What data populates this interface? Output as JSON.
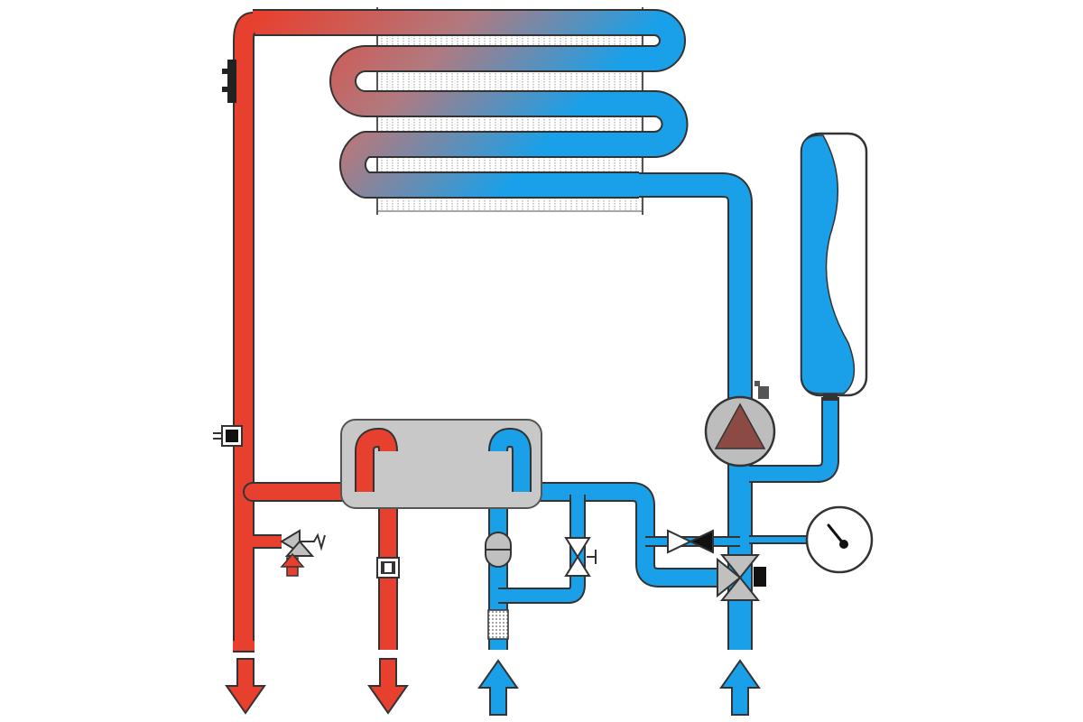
{
  "diagram": {
    "kind": "boiler heating circuit schematic",
    "colors": {
      "hot": "#e8402f",
      "cold": "#1aa0e8",
      "outline": "#333333",
      "exchanger_body": "#c8c8c8",
      "tank_fill": "#1aa0e8",
      "pump_body": "#bdbdbd",
      "pump_triangle": "#8b4a44",
      "valve_body": "#c0c0c0"
    },
    "components": [
      {
        "id": "primary-heat-exchanger",
        "icon": "finned-coil-icon"
      },
      {
        "id": "secondary-heat-exchanger",
        "icon": "plate-exchanger-icon"
      },
      {
        "id": "expansion-tank",
        "icon": "expansion-vessel-icon"
      },
      {
        "id": "circulation-pump",
        "icon": "pump-icon"
      },
      {
        "id": "pressure-gauge",
        "icon": "gauge-icon"
      },
      {
        "id": "safety-valve",
        "icon": "relief-valve-icon"
      },
      {
        "id": "three-way-valve",
        "icon": "three-way-valve-icon"
      },
      {
        "id": "check-valve",
        "icon": "check-valve-icon"
      },
      {
        "id": "bypass-valve",
        "icon": "gate-valve-icon"
      },
      {
        "id": "flow-sensor",
        "icon": "flow-sensor-icon"
      },
      {
        "id": "water-filter",
        "icon": "filter-icon"
      },
      {
        "id": "temperature-sensor",
        "icon": "sensor-icon"
      }
    ],
    "flow_arrows": [
      {
        "id": "heating-supply-out",
        "direction": "down",
        "color": "hot"
      },
      {
        "id": "hot-water-out",
        "direction": "down",
        "color": "hot"
      },
      {
        "id": "cold-water-in",
        "direction": "up",
        "color": "cold"
      },
      {
        "id": "heating-return-in",
        "direction": "up",
        "color": "cold"
      }
    ]
  }
}
